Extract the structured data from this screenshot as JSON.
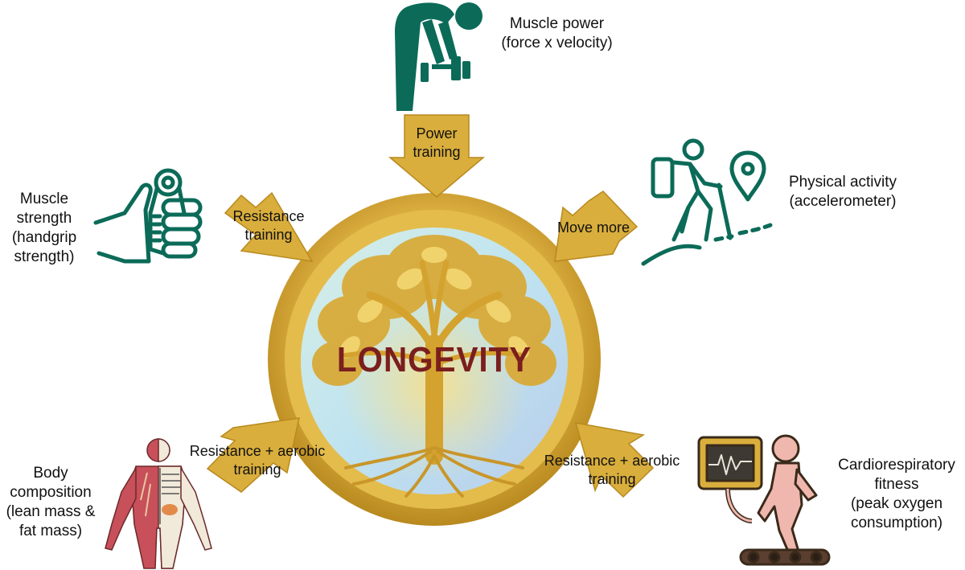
{
  "center": {
    "title": "LONGEVITY"
  },
  "factors": {
    "muscle_power": {
      "title": "Muscle power",
      "subtitle": "(force x velocity)",
      "intervention_line1": "Power",
      "intervention_line2": "training"
    },
    "physical_activity": {
      "title": "Physical activity",
      "subtitle": "(accelerometer)",
      "intervention": "Move more"
    },
    "muscle_strength": {
      "line1": "Muscle",
      "line2": "strength",
      "line3": "(handgrip",
      "line4": "strength)",
      "intervention_line1": "Resistance",
      "intervention_line2": "training"
    },
    "body_composition": {
      "line1": "Body",
      "line2": "composition",
      "line3": "(lean mass &",
      "line4": "fat mass)",
      "intervention_line1": "Resistance + aerobic",
      "intervention_line2": "training"
    },
    "cardiorespiratory": {
      "line1": "Cardiorespiratory",
      "line2": "fitness",
      "line3": "(peak oxygen",
      "line4": "consumption)",
      "intervention_line1": "Resistance + aerobic",
      "intervention_line2": "training"
    }
  },
  "colors": {
    "gold": "#D9AE3C",
    "gold_dark": "#B8891E",
    "green": "#0B6B58",
    "title_red": "#7A1E1E",
    "anatomy_red": "#C8505A",
    "pink": "#F0B7AE"
  },
  "icons": [
    "weightlifter-icon",
    "hiker-with-location-pin-icon",
    "handgrip-dynamometer-icon",
    "anatomy-body-icon",
    "treadmill-runner-icon",
    "tree-of-life-icon"
  ]
}
